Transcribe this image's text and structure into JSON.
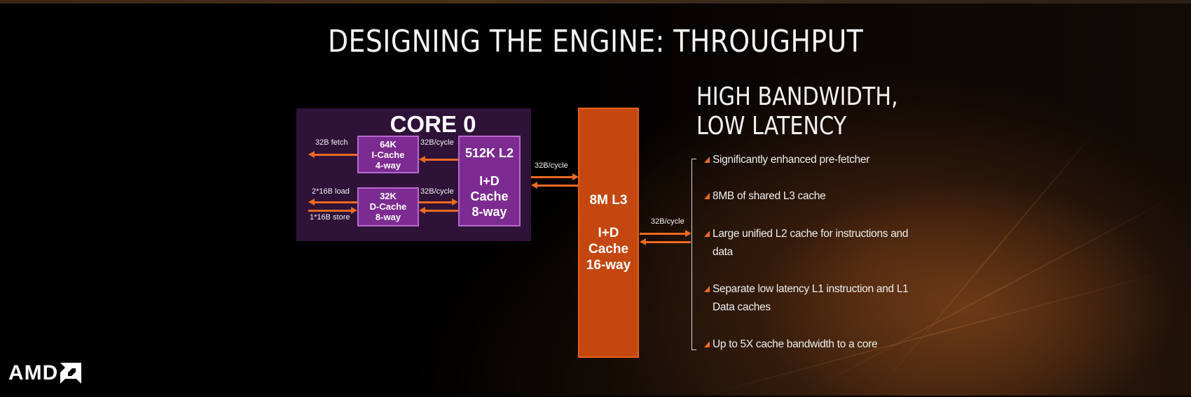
{
  "slide": {
    "title": "DESIGNING THE ENGINE: THROUGHPUT",
    "logo_text": "AMD",
    "colors": {
      "background": "#050302",
      "core_panel": "#2f1238",
      "core_box": "#7c2b91",
      "core_box_border": "#b86ad0",
      "l3_box": "#c4470f",
      "arrow": "#ef6a22",
      "bullet_marker": "#ef6a22"
    }
  },
  "diagram": {
    "core": {
      "title": "CORE 0",
      "icache": {
        "size": "64K",
        "name": "I-Cache",
        "assoc": "4-way"
      },
      "dcache": {
        "size": "32K",
        "name": "D-Cache",
        "assoc": "8-way"
      },
      "l2": {
        "size": "512K L2",
        "type": "I+D",
        "name": "Cache",
        "assoc": "8-way"
      },
      "labels": {
        "fetch": "32B fetch",
        "load": "2*16B load",
        "store": "1*16B store",
        "l2_to_icache": "32B/cycle",
        "l2_dcache": "32B/cycle"
      }
    },
    "l2_l3_label": "32B/cycle",
    "l3": {
      "size": "8M L3",
      "type": "I+D",
      "name": "Cache",
      "assoc": "16-way"
    },
    "l3_out_label": "32B/cycle"
  },
  "features": {
    "heading_line1": "HIGH BANDWIDTH,",
    "heading_line2": "LOW LATENCY",
    "bullets": [
      "Significantly enhanced pre-fetcher",
      "8MB of shared L3 cache",
      "Large unified L2 cache for instructions and data",
      "Separate low latency  L1 instruction and L1 Data caches",
      "Up to 5X cache bandwidth to a core"
    ]
  }
}
